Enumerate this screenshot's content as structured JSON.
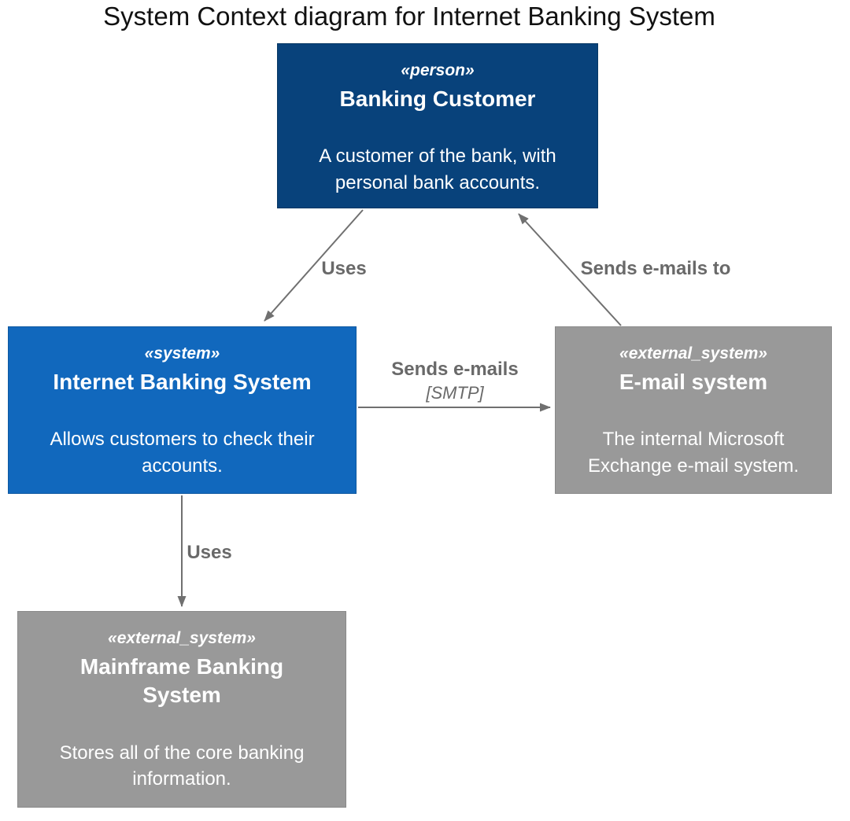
{
  "title": "System Context diagram for Internet Banking System",
  "nodes": {
    "banking_customer": {
      "stereotype": "«person»",
      "name": "Banking Customer",
      "description": "A customer of the bank, with personal bank accounts."
    },
    "internet_banking_system": {
      "stereotype": "«system»",
      "name": "Internet Banking System",
      "description": "Allows customers to check their accounts."
    },
    "email_system": {
      "stereotype": "«external_system»",
      "name": "E-mail system",
      "description": "The internal Microsoft Exchange e-mail system."
    },
    "mainframe_banking_system": {
      "stereotype": "«external_system»",
      "name": "Mainframe Banking System",
      "description": "Stores all of the core banking information."
    }
  },
  "edges": {
    "customer_to_ibs": {
      "label": "Uses"
    },
    "email_to_customer": {
      "label": "Sends e-mails to"
    },
    "ibs_to_email": {
      "label": "Sends e-mails",
      "technology": "[SMTP]"
    },
    "ibs_to_mainframe": {
      "label": "Uses"
    }
  },
  "colors": {
    "person_bg": "#08427b",
    "system_bg": "#1168bd",
    "external_bg": "#999999",
    "external_border": "#8a8a8a",
    "arrow": "#707070",
    "edge_label": "#696969",
    "title_text": "#111111",
    "node_text": "#ffffff"
  }
}
